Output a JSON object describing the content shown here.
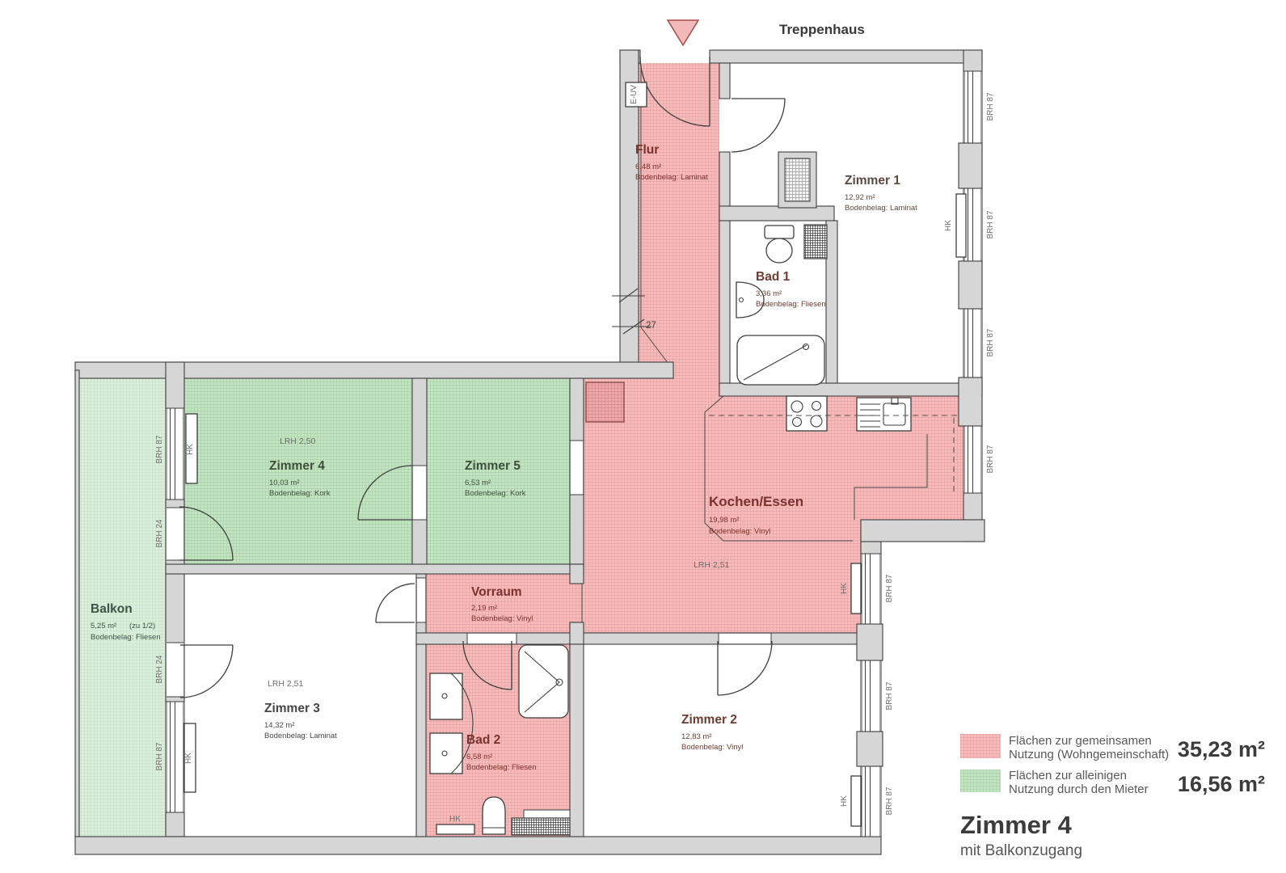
{
  "top": {
    "treppenhaus": "Treppenhaus"
  },
  "colors": {
    "shared_fill": "#f6bdbd",
    "shared_line": "#e9a3a3",
    "private_fill": "#c4e3c2",
    "private_line": "#a8d0a6",
    "balcony_fill": "#ddeedd",
    "balcony_line": "#c6e2c6",
    "wall": "#d6d6d6",
    "outline": "#3e3e3e",
    "shared_label": "#7a322c",
    "private_label": "#3f4f3c",
    "neutral_label": "#464646"
  },
  "rooms": [
    {
      "name": "Flur",
      "area": "6,48 m²",
      "floor": "Bodenbelag: Laminat"
    },
    {
      "name": "Zimmer 1",
      "area": "12,92 m²",
      "floor": "Bodenbelag: Laminat"
    },
    {
      "name": "Bad 1",
      "area": "3,36 m²",
      "floor": "Bodenbelag: Fliesen"
    },
    {
      "name": "Zimmer 4",
      "area": "10,03 m²",
      "floor": "Bodenbelag: Kork",
      "lrh": "LRH 2,50"
    },
    {
      "name": "Zimmer 5",
      "area": "6,53 m²",
      "floor": "Bodenbelag: Kork"
    },
    {
      "name": "Kochen/Essen",
      "area": "19,98 m²",
      "floor": "Bodenbelag: Vinyl",
      "lrh": "LRH 2,51"
    },
    {
      "name": "Balkon",
      "area": "5,25 m²",
      "note": "(zu 1/2)",
      "floor": "Bodenbelag: Fliesen"
    },
    {
      "name": "Zimmer 3",
      "area": "14,32 m²",
      "floor": "Bodenbelag: Laminat",
      "lrh": "LRH 2,51"
    },
    {
      "name": "Vorraum",
      "area": "2,19 m²",
      "floor": "Bodenbelag: Vinyl"
    },
    {
      "name": "Bad 2",
      "area": "6,58 m²",
      "floor": "Bodenbelag: Fliesen"
    },
    {
      "name": "Zimmer 2",
      "area": "12,83 m²",
      "floor": "Bodenbelag: Vinyl"
    }
  ],
  "ann": {
    "brh87": "BRH 87",
    "brh24": "BRH 24",
    "hk": "HK",
    "euv": "E-UV",
    "n27": "27",
    "lrh250": "LRH 2,50",
    "lrh251": "LRH 2,51"
  },
  "legend": {
    "shared_line1": "Flächen zur gemeinsamen",
    "shared_line2": "Nutzung (Wohngemeinschaft)",
    "shared_value": "35,23 m²",
    "private_line1": "Flächen zur alleinigen",
    "private_line2": "Nutzung durch den Mieter",
    "private_value": "16,56 m²",
    "title": "Zimmer 4",
    "subtitle": "mit Balkonzugang"
  }
}
